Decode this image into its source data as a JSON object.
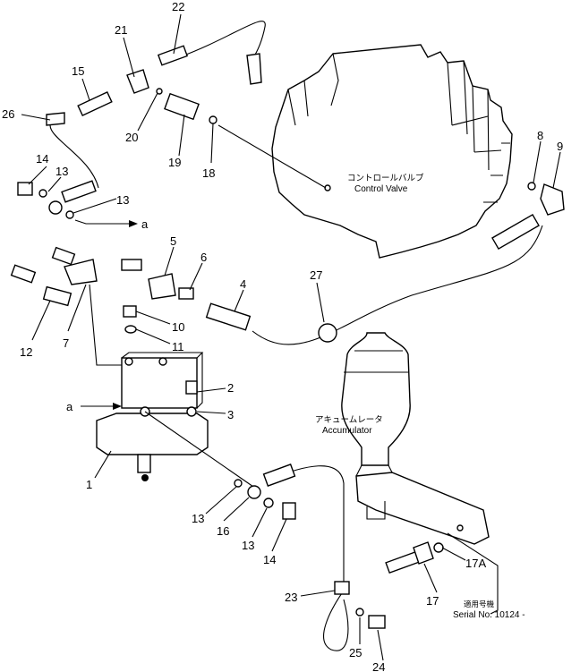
{
  "callouts": {
    "n1": "1",
    "n2": "2",
    "n3": "3",
    "n4": "4",
    "n5": "5",
    "n6": "6",
    "n7": "7",
    "n8": "8",
    "n9": "9",
    "n10": "10",
    "n11": "11",
    "n12": "12",
    "n13a": "13",
    "n13b": "13",
    "n13c": "13",
    "n13d": "13",
    "n14a": "14",
    "n14b": "14",
    "n15": "15",
    "n16": "16",
    "n17": "17",
    "n17a": "17A",
    "n18": "18",
    "n19": "19",
    "n20": "20",
    "n21": "21",
    "n22": "22",
    "n23": "23",
    "n24": "24",
    "n25": "25",
    "n26": "26",
    "n27": "27"
  },
  "refs": {
    "arrow_a_out": "a",
    "arrow_a_in": "a"
  },
  "labels": {
    "control_valve_jp": "コントロールバルブ",
    "control_valve_en": "Control Valve",
    "accumulator_jp": "アキュームレータ",
    "accumulator_en": "Accumulator",
    "applicable_jp": "適用号機",
    "serial": "Serial No. 10124 -"
  }
}
